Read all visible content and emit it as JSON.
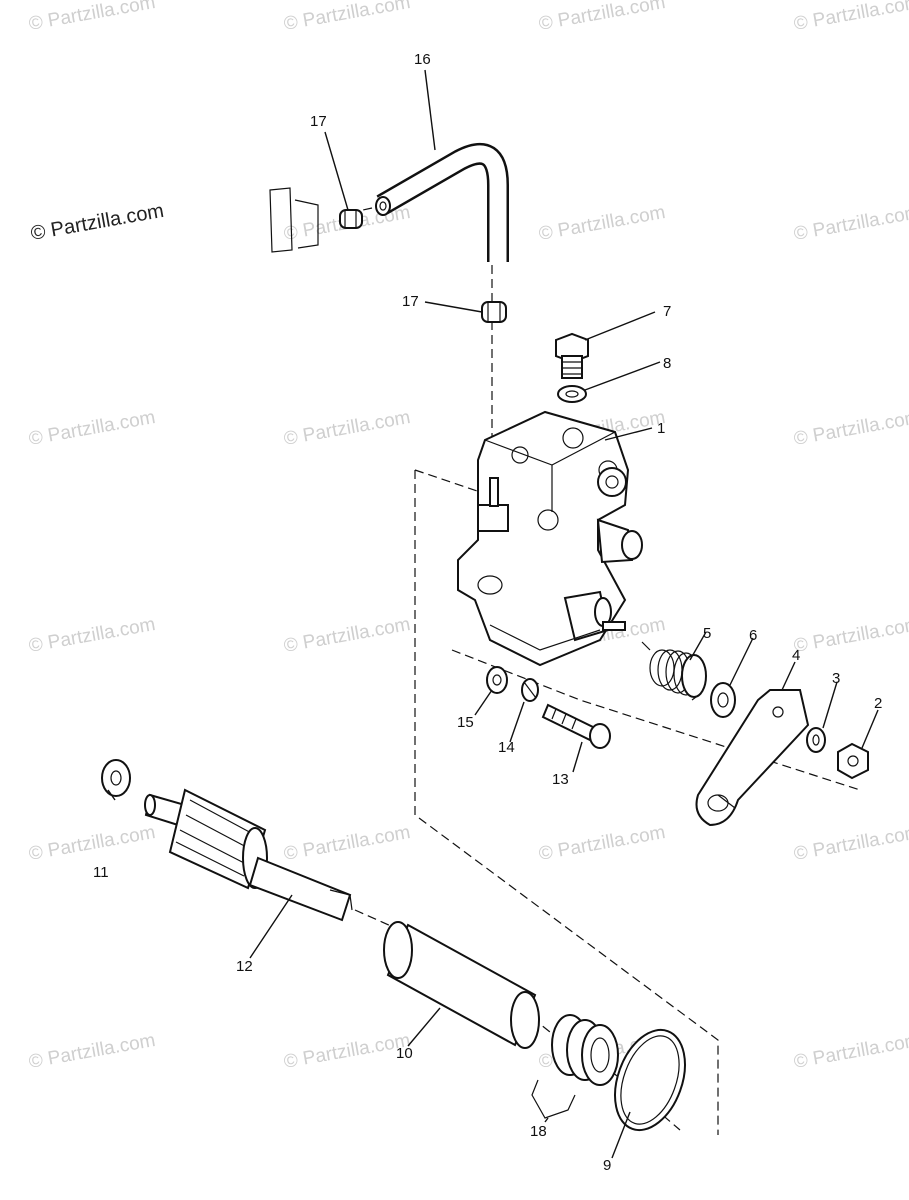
{
  "watermark": "© Partzilla.com",
  "labels": {
    "p1": "1",
    "p2": "2",
    "p3": "3",
    "p4": "4",
    "p5": "5",
    "p6": "6",
    "p7": "7",
    "p8": "8",
    "p9": "9",
    "p10": "10",
    "p11": "11",
    "p12": "12",
    "p13": "13",
    "p14": "14",
    "p15": "15",
    "p16": "16",
    "p17a": "17",
    "p17b": "17",
    "p18": "18"
  }
}
